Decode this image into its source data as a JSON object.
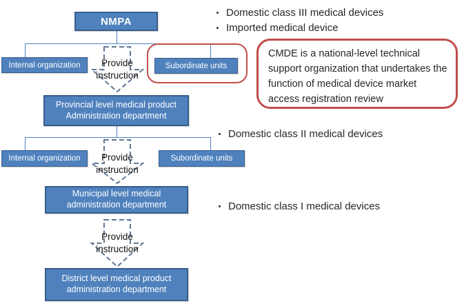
{
  "diagram": {
    "nmpa": {
      "label": "NMPA"
    },
    "tier1": {
      "internal": "Internal organization",
      "subordinate": "Subordinate units"
    },
    "provincial": {
      "line1": "Provincial level medical product",
      "line2": "Administration department"
    },
    "tier2": {
      "internal": "Internal organization",
      "subordinate": "Subordinate units"
    },
    "municipal": {
      "line1": "Municipal level medical",
      "line2": "administration department"
    },
    "district": {
      "line1": "District level medical product",
      "line2": "administration department"
    },
    "arrow_label": {
      "line1": "Provide",
      "line2": "instruction"
    }
  },
  "notes": {
    "top_bullets": [
      "Domestic class III medical devices",
      "Imported medical device"
    ],
    "class2_bullet": "Domestic class II medical devices",
    "class1_bullet": "Domestic class I medical devices",
    "cmde": "CMDE is a national-level technical support organization that undertakes the function of medical device market access registration review",
    "bullet_glyph": "•"
  },
  "colors": {
    "box_fill": "#4f81bd",
    "box_border": "#385d8a",
    "connector": "#4f81bd",
    "arrow_outline": "#5f7693",
    "annotation_red": "#bf4d4a",
    "box_text": "#ffffff",
    "body_text": "#262626"
  }
}
